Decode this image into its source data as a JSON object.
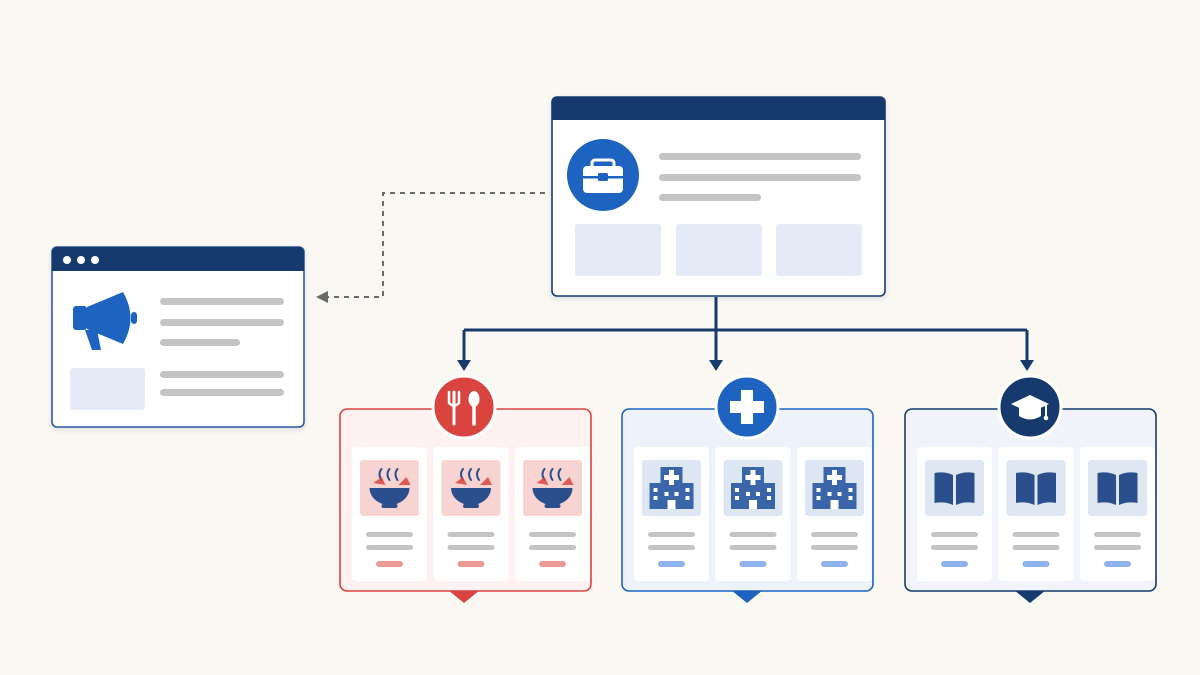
{
  "colors": {
    "background": "#faf8f3",
    "navy": "#163a6e",
    "blue": "#1e63c0",
    "red": "#d9443f",
    "line_gray": "#c4c4c4",
    "placeholder": "#e4ebf6",
    "card_border": "#2d4b7a",
    "dashed_connector": "#6a6a6a"
  },
  "nodes": {
    "main": {
      "icon": "briefcase-icon",
      "text_lines": 3,
      "tiles": 3
    },
    "ad_window": {
      "icon": "megaphone-icon",
      "window_dots": 3,
      "text_lines": 5,
      "tiles": 1
    },
    "groups": [
      {
        "id": "food",
        "icon": "utensils-icon",
        "item_icon": "bowl-icon",
        "accent": "#d9443f",
        "fill": "#fdf2f1",
        "tile": "#f7d4d1",
        "pill": "#ec9a95",
        "items": 3
      },
      {
        "id": "health",
        "icon": "medical-cross-icon",
        "item_icon": "hospital-icon",
        "accent": "#1e63c0",
        "fill": "#eef3fb",
        "tile": "#dde7f4",
        "pill": "#8db3ea",
        "items": 3
      },
      {
        "id": "education",
        "icon": "graduation-cap-icon",
        "item_icon": "book-icon",
        "accent": "#163a6e",
        "fill": "#f1f4fa",
        "tile": "#dfe7f3",
        "pill": "#8db3ea",
        "items": 3
      }
    ]
  }
}
